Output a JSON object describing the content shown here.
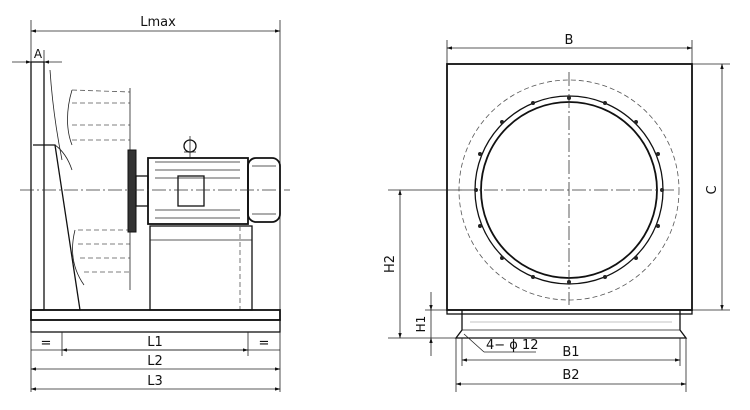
{
  "side_view": {
    "dims": {
      "lmax": "Lmax",
      "a": "A",
      "l1": "L1",
      "l2": "L2",
      "l3": "L3",
      "eq_left": "=",
      "eq_right": "="
    }
  },
  "front_view": {
    "dims": {
      "b": "B",
      "c": "C",
      "h2": "H2",
      "h1": "H1",
      "holes": "4− ϕ 12",
      "b1": "B1",
      "b2": "B2"
    }
  }
}
